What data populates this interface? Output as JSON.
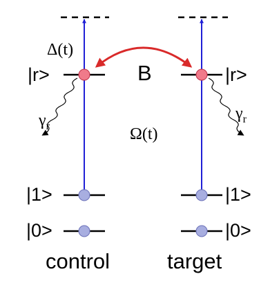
{
  "labels": {
    "detuning": "Δ(t)",
    "blockade": "B",
    "rabi": "Ω(t)",
    "decay_symbol": "γ",
    "decay_subscript": "r",
    "ket_r": "|r>",
    "ket_1": "|1>",
    "ket_0": "|0>",
    "control": "control",
    "target": "target"
  },
  "colors": {
    "laser_arrow": "#1f1fd6",
    "blockade_arrow": "#d92a2a",
    "rydberg_atom": "#f07a8a",
    "ground_atom": "#a8aee0",
    "levels": "#000000"
  },
  "icons": {
    "laser": "vertical-double-arrow",
    "blockade": "curved-double-arrow",
    "decay": "wavy-arrow"
  }
}
